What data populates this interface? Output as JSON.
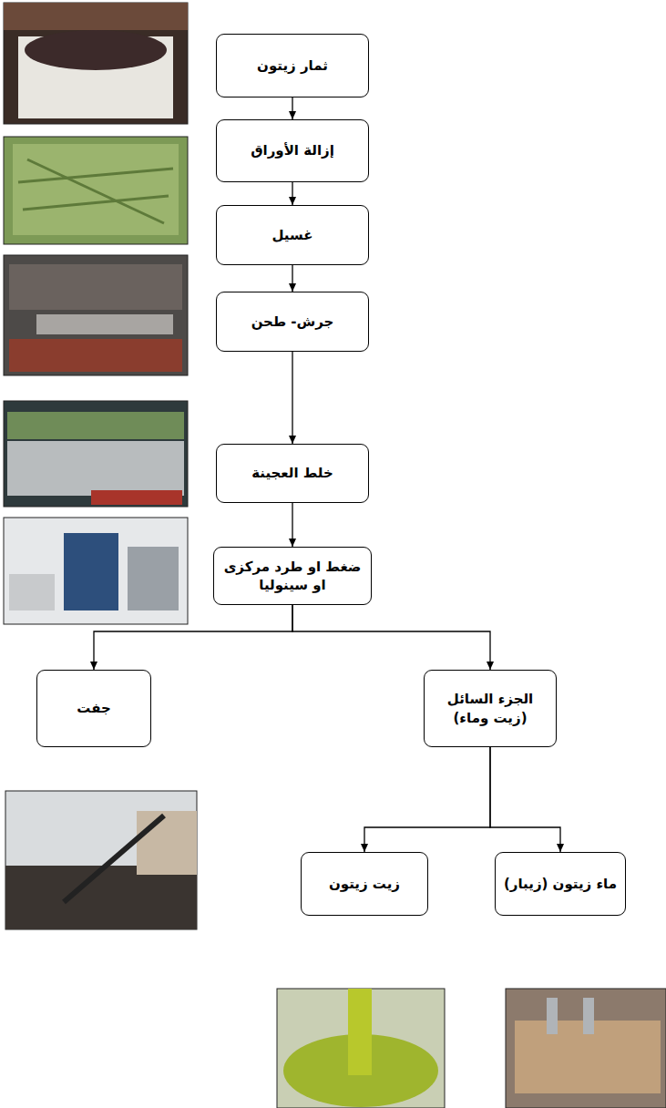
{
  "diagram": {
    "nodes": [
      {
        "text": [
          "ثمار زيتون"
        ]
      },
      {
        "text": [
          "إزالة الأوراق"
        ]
      },
      {
        "text": [
          "غسيل"
        ]
      },
      {
        "text": [
          "جرش- طحن"
        ]
      },
      {
        "text": [
          "خلط العجينة"
        ]
      },
      {
        "text": [
          "ضغط او طرد مركزى او سينوليا"
        ]
      },
      {
        "text": [
          "جفت"
        ]
      },
      {
        "text": [
          "الجزء السائل (زيت وماء)"
        ]
      },
      {
        "text": [
          "زيت زيتون"
        ]
      },
      {
        "text": [
          "ماء زيتون (زيبار)"
        ]
      }
    ],
    "edges": [
      {
        "from": 0,
        "to": 1,
        "arrow": "to"
      },
      {
        "from": 1,
        "to": 2,
        "arrow": "to"
      },
      {
        "from": 2,
        "to": 3,
        "arrow": "to"
      },
      {
        "from": 3,
        "to": 4,
        "arrow": "to"
      },
      {
        "from": 4,
        "to": 5,
        "arrow": "to"
      },
      {
        "from": 5,
        "to": 6,
        "arrow": "to"
      },
      {
        "from": 5,
        "to": 7,
        "arrow": "to"
      },
      {
        "from": 7,
        "to": 8,
        "arrow": "to"
      },
      {
        "from": 7,
        "to": 9,
        "arrow": "to"
      }
    ]
  }
}
